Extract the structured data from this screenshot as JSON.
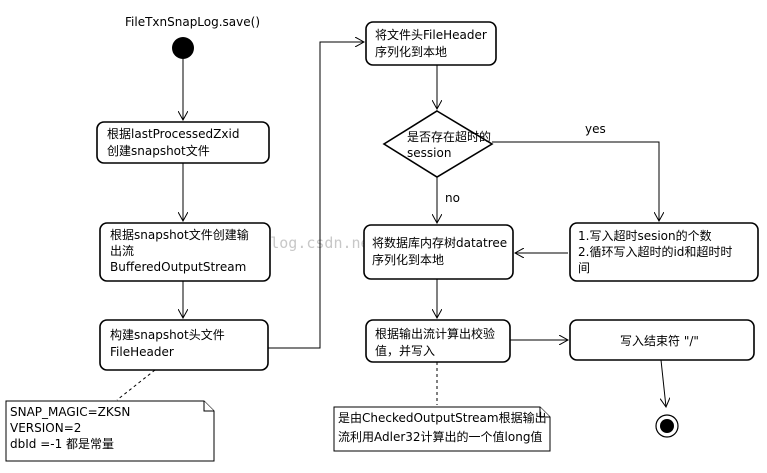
{
  "title": "FileTxnSnapLog.save()",
  "nodes": {
    "get_zxid": [
      "根据lastProcessedZxid",
      "创建snapshot文件"
    ],
    "create_stream": [
      "根据snapshot文件创建输",
      "出流",
      "BufferedOutputStream"
    ],
    "build_header": [
      "构建snapshot头文件",
      "FileHeader"
    ],
    "serialize_header": [
      "将文件头FileHeader",
      "序列化到本地"
    ],
    "decision": [
      "是否存在超时的",
      "session"
    ],
    "write_sessions": [
      "1.写入超时sesion的个数",
      "2.循环写入超时的id和超时时",
      "间"
    ],
    "serialize_tree": [
      "将数据库内存树datatree",
      "序列化到本地"
    ],
    "checksum": [
      "根据输出流计算出校验",
      "值，并写入"
    ],
    "write_end": [
      "写入结束符 \"/\""
    ]
  },
  "edge_labels": {
    "yes": "yes",
    "no": "no"
  },
  "notes": {
    "header_note": [
      "SNAP_MAGIC=ZKSN",
      "VERSION=2",
      "dbId =-1  都是常量"
    ],
    "checksum_note": [
      "是由CheckedOutputStream根据输出",
      "流利用Adler32计算出的一个值long值"
    ]
  },
  "watermark": "http://blog.csdn.net/...zhangjie"
}
